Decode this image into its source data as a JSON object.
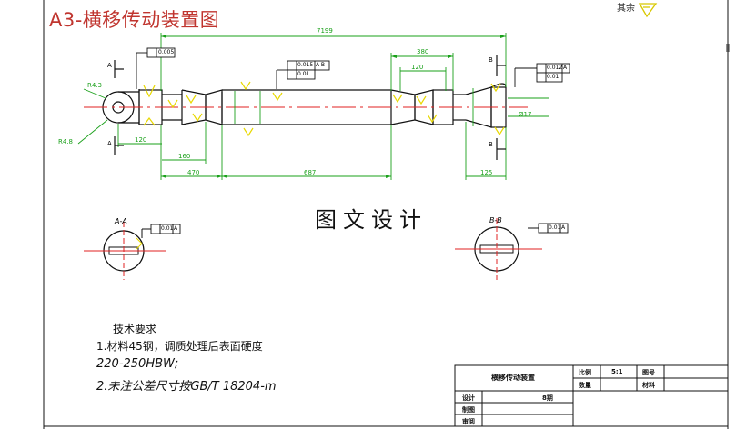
{
  "title": "A3-横移传动装置图",
  "watermark": "图文设计",
  "top_right_note": "其余",
  "page_mark": "Ⅱ",
  "dimensions": {
    "overall": "7199",
    "right_1": "380",
    "right_2": "120",
    "left_r": "R4.3",
    "left_r2": "R4.8",
    "d1": "470",
    "d2": "160",
    "d3": "120",
    "mid": "687",
    "right_bottom": "125",
    "right_dia": "Ø17"
  },
  "tolerances": {
    "left_frame": [
      "0.005"
    ],
    "mid_frame": [
      "0.015",
      "A-B",
      "0.01"
    ],
    "right_frame": [
      "0.012",
      "A",
      "0.01"
    ],
    "section_a": [
      "0.01",
      "A"
    ],
    "section_b": [
      "0.01",
      "A"
    ]
  },
  "section_labels": {
    "a": "A-A",
    "b": "B-B",
    "datum_a": "A",
    "datum_b": "B"
  },
  "requirements": {
    "title": "技术要求",
    "line1": "1.材料45钢，调质处理后表面硬度",
    "line2": "220-250HBW;",
    "line3": "2.未注公差尺寸按GB/T 18204-m"
  },
  "title_block": {
    "name": "横移传动装置",
    "scale_label": "比例",
    "scale_value": "5:1",
    "drawing_no_label": "图号",
    "qty_label": "数量",
    "material_label": "材料",
    "design_label": "设计",
    "class_label": "8期",
    "draw_label": "制图",
    "review_label": "审阅"
  },
  "colors": {
    "dimension": "#1aa01a",
    "centerline": "#e02020",
    "outline": "#111111",
    "highlight": "#e8d800",
    "title": "#c0352f"
  }
}
